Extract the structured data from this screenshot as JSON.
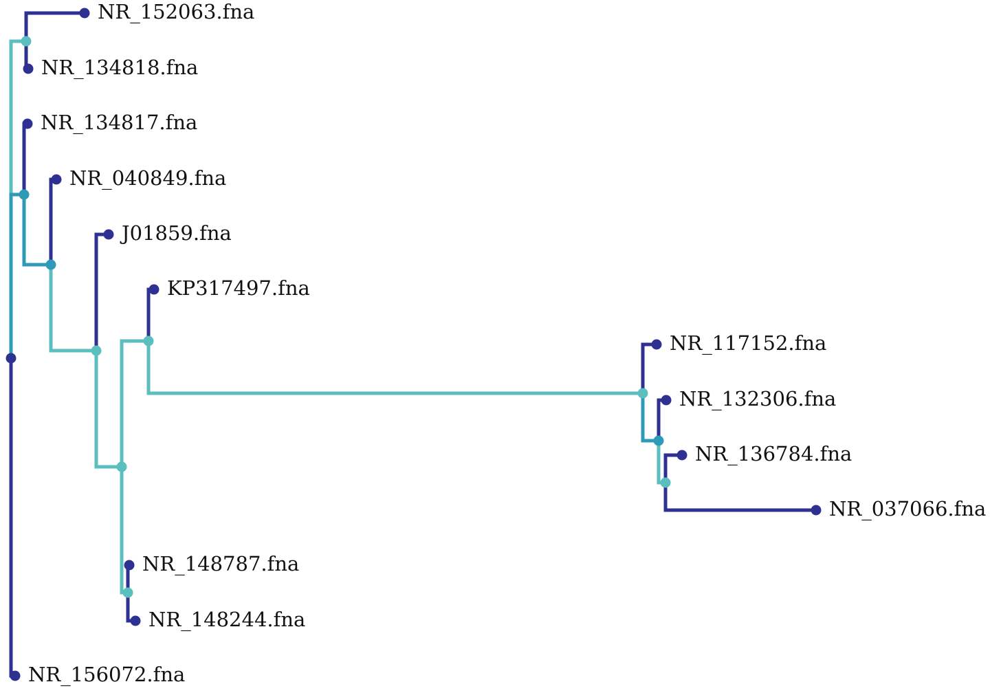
{
  "tree": {
    "colors": {
      "dark": "#2e3192",
      "mid": "#2e9ab7",
      "light": "#5bbfbf"
    },
    "tips": [
      {
        "id": "t1",
        "label": "NR_152063.fna"
      },
      {
        "id": "t2",
        "label": "NR_134818.fna"
      },
      {
        "id": "t3",
        "label": "NR_134817.fna"
      },
      {
        "id": "t4",
        "label": "NR_040849.fna"
      },
      {
        "id": "t5",
        "label": "J01859.fna"
      },
      {
        "id": "t6",
        "label": "KP317497.fna"
      },
      {
        "id": "t7",
        "label": "NR_117152.fna"
      },
      {
        "id": "t8",
        "label": "NR_132306.fna"
      },
      {
        "id": "t9",
        "label": "NR_136784.fna"
      },
      {
        "id": "t10",
        "label": "NR_037066.fna"
      },
      {
        "id": "t11",
        "label": "NR_148787.fna"
      },
      {
        "id": "t12",
        "label": "NR_148244.fna"
      },
      {
        "id": "t13",
        "label": "NR_156072.fna"
      }
    ],
    "internal_nodes": [
      {
        "id": "root",
        "color": "dark"
      },
      {
        "id": "n1",
        "color": "light"
      },
      {
        "id": "n2",
        "color": "mid"
      },
      {
        "id": "n3",
        "color": "mid"
      },
      {
        "id": "n4",
        "color": "light"
      },
      {
        "id": "n5",
        "color": "light"
      },
      {
        "id": "n6",
        "color": "light"
      },
      {
        "id": "n7",
        "color": "light"
      },
      {
        "id": "n8",
        "color": "mid"
      },
      {
        "id": "n9",
        "color": "light"
      },
      {
        "id": "n10",
        "color": "light"
      }
    ],
    "edges": [
      {
        "from": "root",
        "to": "n1",
        "color": "light"
      },
      {
        "from": "root",
        "to": "n2",
        "color": "mid"
      },
      {
        "from": "root",
        "to": "t13",
        "color": "dark"
      },
      {
        "from": "n1",
        "to": "t1",
        "color": "dark"
      },
      {
        "from": "n1",
        "to": "t2",
        "color": "dark"
      },
      {
        "from": "n2",
        "to": "t3",
        "color": "dark"
      },
      {
        "from": "n2",
        "to": "n3",
        "color": "mid"
      },
      {
        "from": "n3",
        "to": "t4",
        "color": "dark"
      },
      {
        "from": "n3",
        "to": "n4",
        "color": "light"
      },
      {
        "from": "n4",
        "to": "t5",
        "color": "dark"
      },
      {
        "from": "n4",
        "to": "n5",
        "color": "light"
      },
      {
        "from": "n5",
        "to": "n6",
        "color": "light"
      },
      {
        "from": "n5",
        "to": "n10",
        "color": "light"
      },
      {
        "from": "n6",
        "to": "t6",
        "color": "dark"
      },
      {
        "from": "n6",
        "to": "n7",
        "color": "light"
      },
      {
        "from": "n7",
        "to": "t7",
        "color": "dark"
      },
      {
        "from": "n7",
        "to": "n8",
        "color": "mid"
      },
      {
        "from": "n8",
        "to": "t8",
        "color": "dark"
      },
      {
        "from": "n8",
        "to": "n9",
        "color": "light"
      },
      {
        "from": "n9",
        "to": "t9",
        "color": "dark"
      },
      {
        "from": "n9",
        "to": "t10",
        "color": "dark"
      },
      {
        "from": "n10",
        "to": "t11",
        "color": "dark"
      },
      {
        "from": "n10",
        "to": "t12",
        "color": "dark"
      }
    ]
  }
}
